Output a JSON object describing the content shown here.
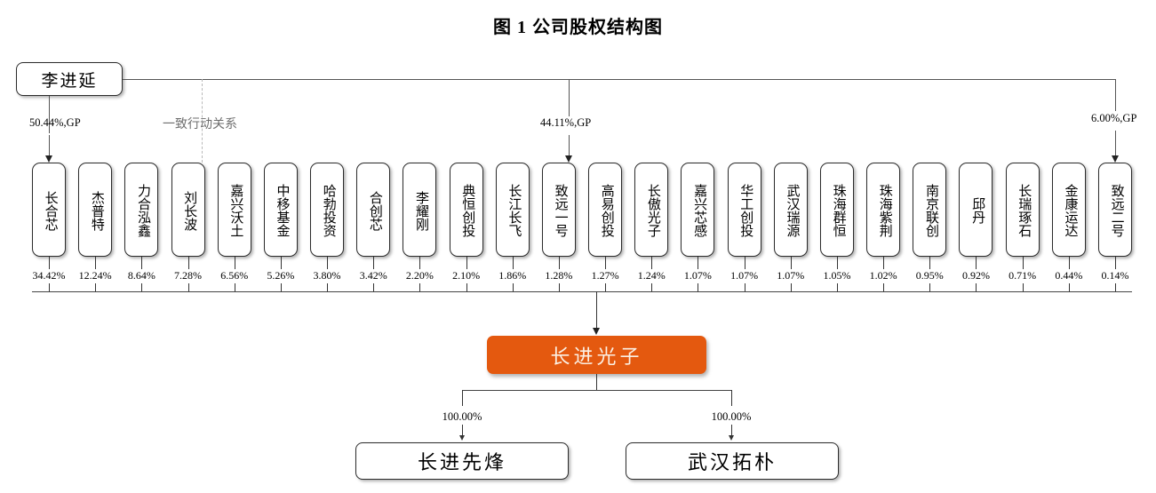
{
  "title": "图 1 公司股权结构图",
  "controller": {
    "name": "李进延",
    "concerted_action_label": "一致行动关系",
    "holdings": [
      {
        "target": "长合芯",
        "label": "50.44%,GP"
      },
      {
        "target": "致远一号",
        "label": "44.11%,GP"
      },
      {
        "target": "致远二号",
        "label": "6.00%,GP"
      }
    ]
  },
  "shareholders": [
    {
      "name": "长合芯",
      "pct": "34.42%"
    },
    {
      "name": "杰普特",
      "pct": "12.24%"
    },
    {
      "name": "力合泓鑫",
      "pct": "8.64%"
    },
    {
      "name": "刘长波",
      "pct": "7.28%"
    },
    {
      "name": "嘉兴沃土",
      "pct": "6.56%"
    },
    {
      "name": "中移基金",
      "pct": "5.26%"
    },
    {
      "name": "哈勃投资",
      "pct": "3.80%"
    },
    {
      "name": "合创芯",
      "pct": "3.42%"
    },
    {
      "name": "李耀刚",
      "pct": "2.20%"
    },
    {
      "name": "典恒创投",
      "pct": "2.10%"
    },
    {
      "name": "长江长飞",
      "pct": "1.86%"
    },
    {
      "name": "致远一号",
      "pct": "1.28%"
    },
    {
      "name": "高易创投",
      "pct": "1.27%"
    },
    {
      "name": "长傲光子",
      "pct": "1.24%"
    },
    {
      "name": "嘉兴芯感",
      "pct": "1.07%"
    },
    {
      "name": "华工创投",
      "pct": "1.07%"
    },
    {
      "name": "武汉瑞源",
      "pct": "1.07%"
    },
    {
      "name": "珠海群恒",
      "pct": "1.05%"
    },
    {
      "name": "珠海紫荆",
      "pct": "1.02%"
    },
    {
      "name": "南京联创",
      "pct": "0.95%"
    },
    {
      "name": "邱丹",
      "pct": "0.92%"
    },
    {
      "name": "长瑞琢石",
      "pct": "0.71%"
    },
    {
      "name": "金康运达",
      "pct": "0.44%"
    },
    {
      "name": "致远二号",
      "pct": "0.14%"
    }
  ],
  "company": {
    "name": "长进光子",
    "accent_color": "#E4590F"
  },
  "subsidiaries": [
    {
      "name": "长进先烽",
      "pct": "100.00%"
    },
    {
      "name": "武汉拓朴",
      "pct": "100.00%"
    }
  ]
}
